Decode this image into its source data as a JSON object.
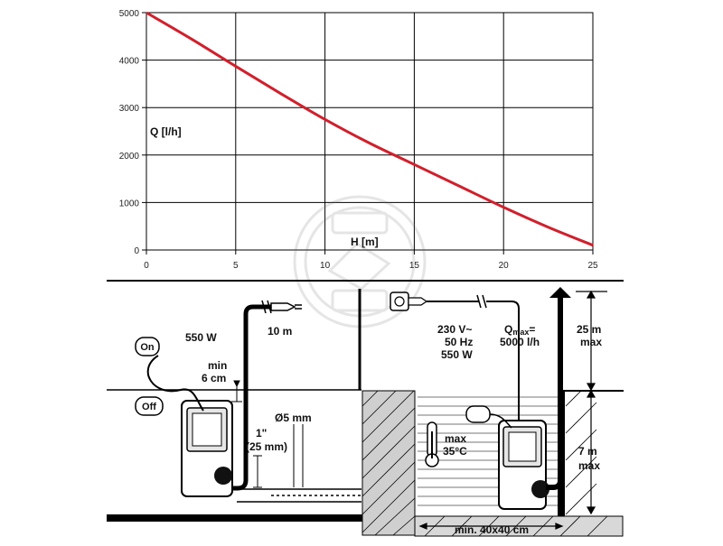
{
  "chart_data": {
    "type": "line",
    "title": "",
    "xlabel": "H [m]",
    "ylabel": "Q [l/h]",
    "xlim": [
      0,
      25
    ],
    "ylim": [
      0,
      5000
    ],
    "x_ticks": [
      0,
      5,
      10,
      15,
      20,
      25
    ],
    "y_ticks": [
      0,
      1000,
      2000,
      3000,
      4000,
      5000
    ],
    "grid": true,
    "series": [
      {
        "name": "",
        "color": "#d0202c",
        "x": [
          0,
          2.5,
          5,
          7.5,
          10,
          12.5,
          15,
          17.5,
          20,
          22.5,
          25
        ],
        "y": [
          5000,
          4450,
          3870,
          3300,
          2750,
          2250,
          1800,
          1350,
          900,
          480,
          100
        ]
      }
    ]
  },
  "diagram": {
    "power_left": "550 W",
    "switch_on": "On",
    "switch_off": "Off",
    "min_label": "min",
    "min_value": "6 cm",
    "cable_length": "10 m",
    "hole_size": "Ø5 mm",
    "connector_size": "1\"",
    "connector_mm": "(25 mm)",
    "voltage": "230 V~",
    "frequency": "50 Hz",
    "power_right": "550 W",
    "qmax_q": "Q",
    "qmax_sub": "max",
    "qmax_eq": "=",
    "qmax_value": "5000 l/h",
    "head_height": "25 m",
    "head_max": "max",
    "depth": "7 m",
    "depth_max": "max",
    "temp_max": "max",
    "temp_value": "35°C",
    "min_area": "min. 40x40 cm"
  }
}
